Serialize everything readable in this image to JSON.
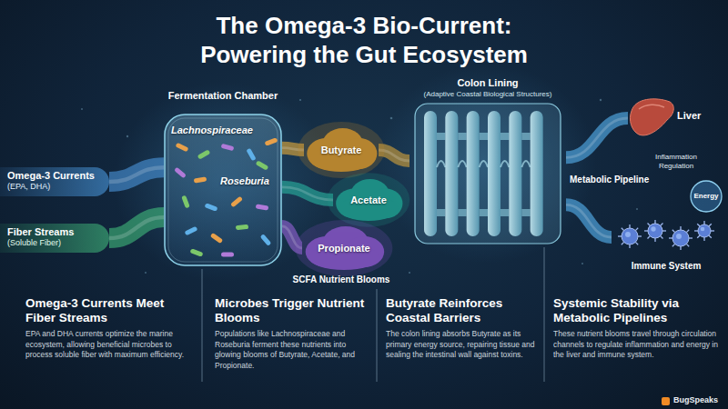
{
  "diagram": {
    "title": "The Omega-3 Bio-Current: Powering the Gut Ecosystem",
    "nodes": [
      {
        "text": [
          "Omega-3 Currents",
          "(EPA, DHA)"
        ]
      },
      {
        "text": [
          "Fiber Streams",
          "(Soluble Fiber)"
        ]
      },
      {
        "text": [
          "Fermentation Chamber",
          "Lachnospiraceae",
          "Roseburia"
        ]
      },
      {
        "text": [
          "Butyrate"
        ]
      },
      {
        "text": [
          "Acetate"
        ]
      },
      {
        "text": [
          "Propionate"
        ]
      },
      {
        "text": [
          "Colon Lining",
          "(Adaptive Coastal Biological Structures)"
        ]
      },
      {
        "text": [
          "Liver"
        ]
      },
      {
        "text": [
          "Immune System"
        ]
      },
      {
        "text": [
          "Energy"
        ]
      }
    ],
    "edges": [
      {
        "from": 0,
        "to": 2,
        "arrow": "none"
      },
      {
        "from": 1,
        "to": 2,
        "arrow": "none"
      },
      {
        "from": 2,
        "to": 3,
        "arrow": "none"
      },
      {
        "from": 2,
        "to": 4,
        "arrow": "none"
      },
      {
        "from": 2,
        "to": 5,
        "arrow": "none"
      },
      {
        "from": 3,
        "to": 6,
        "arrow": "none"
      },
      {
        "from": 6,
        "to": 7,
        "arrow": "none"
      },
      {
        "from": 6,
        "to": 8,
        "arrow": "none"
      }
    ],
    "labels": [
      "SCFA Nutrient Blooms",
      "Metabolic Pipeline",
      "Inflammation Regulation",
      "Omega-3 Currents Meet Fiber Streams",
      "EPA and DHA currents optimize the marine ecosystem, allowing beneficial microbes to process soluble fiber with maximum efficiency.",
      "Microbes Trigger Nutrient Blooms",
      "Populations like Lachnospiraceae and Roseburia ferment these nutrients into glowing blooms of Butyrate, Acetate, and Propionate.",
      "Butyrate Reinforces Coastal Barriers",
      "The colon lining absorbs Butyrate as its primary energy source, repairing tissue and sealing the intestinal wall against toxins.",
      "Systemic Stability via Metabolic Pipelines",
      "These nutrient blooms travel through circulation channels to regulate inflammation and energy in the liver and immune system.",
      "BugSpeaks"
    ]
  }
}
